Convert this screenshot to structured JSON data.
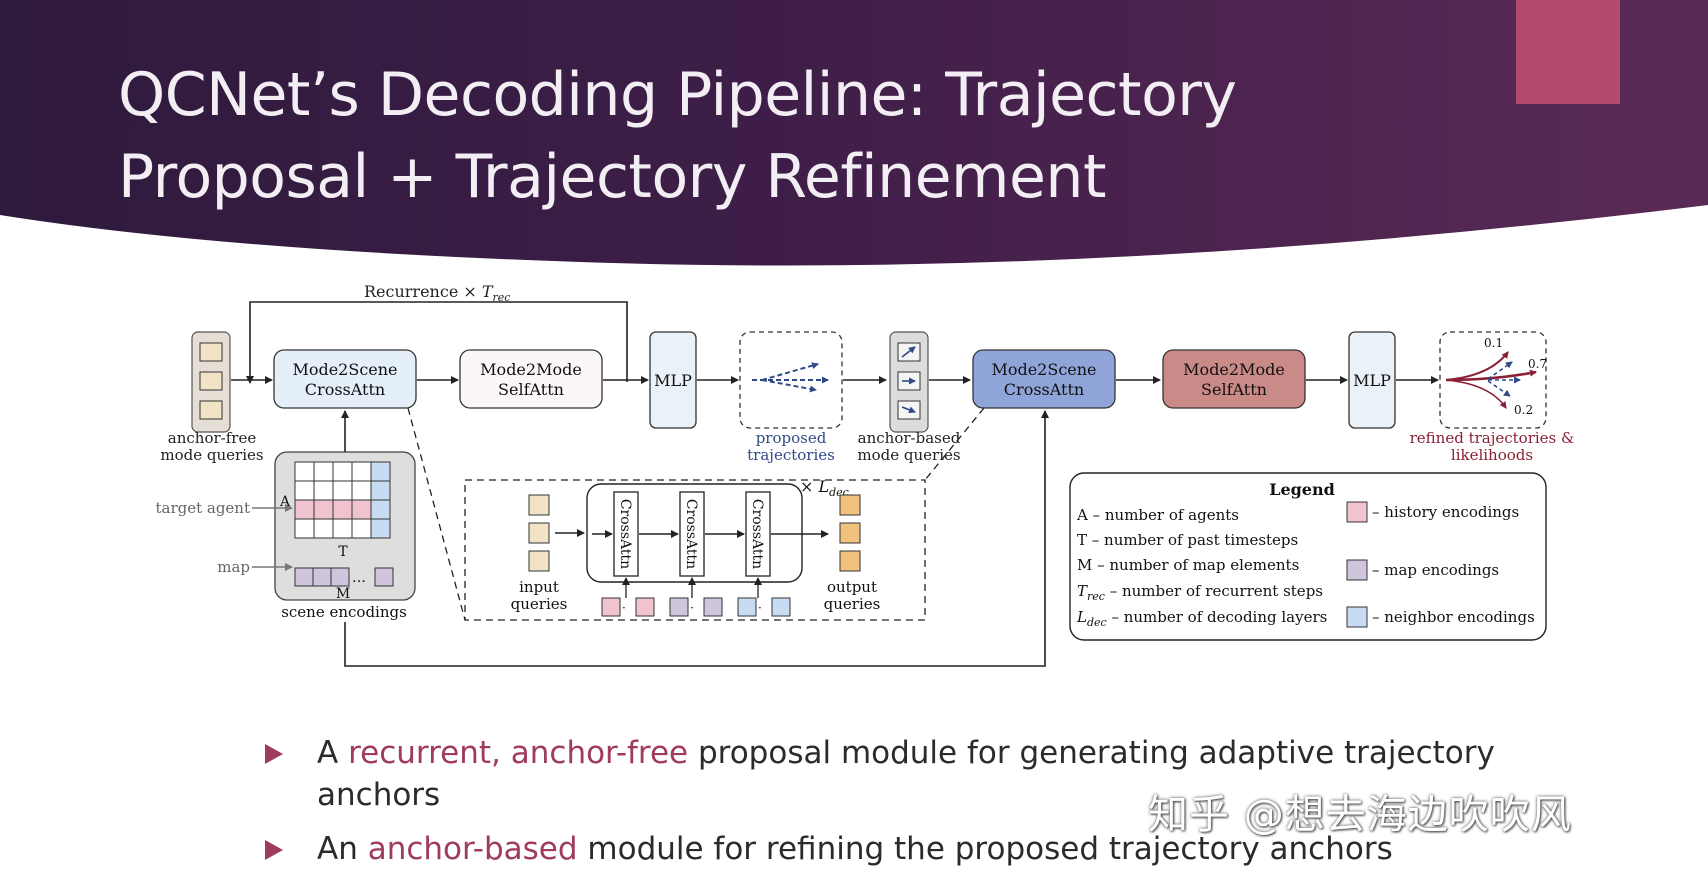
{
  "slide": {
    "title_line1": "QCNet’s Decoding Pipeline: Trajectory",
    "title_line2": "Proposal + Trajectory Refinement",
    "colors": {
      "header_dark": "#2a1638",
      "header_mid": "#5a2a56",
      "accent": "#a03a5e",
      "corner_square": "#b34a6e"
    }
  },
  "diagram": {
    "recurrence": {
      "text": "Recurrence × ",
      "var": "T",
      "sub": "rec"
    },
    "anchor_free": {
      "line1": "anchor-free",
      "line2": "mode queries"
    },
    "m2s_1": {
      "line1": "Mode2Scene",
      "line2": "CrossAttn"
    },
    "m2m_1": {
      "line1": "Mode2Mode",
      "line2": "SelfAttn"
    },
    "mlp_1": "MLP",
    "proposed": {
      "line1": "proposed",
      "line2": "trajectories"
    },
    "anchor_based": {
      "line1": "anchor-based",
      "line2": "mode queries"
    },
    "m2s_2": {
      "line1": "Mode2Scene",
      "line2": "CrossAttn"
    },
    "m2m_2": {
      "line1": "Mode2Mode",
      "line2": "SelfAttn"
    },
    "mlp_2": "MLP",
    "refined": {
      "line1": "refined trajectories &",
      "line2": "likelihoods",
      "p1": "0.1",
      "p2": "0.7",
      "p3": "0.2"
    },
    "scene": {
      "A": "A",
      "T": "T",
      "M": "M",
      "target_agent": "target agent",
      "map": "map",
      "caption": "scene encodings"
    },
    "decoder": {
      "times": "× ",
      "var": "L",
      "sub": "dec",
      "crossattn_label": "CrossAttn",
      "input": {
        "line1": "input",
        "line2": "queries"
      },
      "output": {
        "line1": "output",
        "line2": "queries"
      }
    },
    "legend": {
      "title": "Legend",
      "a_def": "A – number of agents",
      "t_def": "T – number of past timesteps",
      "m_def": "M – number of map elements",
      "trec": {
        "var": "T",
        "sub": "rec",
        "text": " – number of recurrent steps"
      },
      "ldec": {
        "var": "L",
        "sub": "dec",
        "text": " – number of decoding layers"
      },
      "history": "– history encodings",
      "map_enc": "– map encodings",
      "neighbor": "– neighbor encodings"
    },
    "colors": {
      "history": "#f1c3cf",
      "map": "#cfc5dc",
      "neighbor": "#c7dcf3",
      "query": "#f2e2c6",
      "output": "#f1c27f",
      "m2s_1_fill": "#e5eff9",
      "m2m_1_fill": "#fbf6f7",
      "m2s_2_fill": "#8fa4d8",
      "m2m_2_fill": "#c98a88",
      "mlp_fill": "#eaf1f8",
      "dark_red": "#8b2035",
      "traj_blue": "#2f4a86"
    }
  },
  "bullets": [
    {
      "pre": "A ",
      "hl1": "recurrent",
      "mid": ", ",
      "hl2": "anchor-free",
      "post": " proposal module for generating adaptive trajectory anchors"
    },
    {
      "pre": "An ",
      "hl1": "anchor-based",
      "post": " module for refining the proposed trajectory anchors"
    }
  ],
  "watermark": "知乎 @想去海边吹吹风"
}
